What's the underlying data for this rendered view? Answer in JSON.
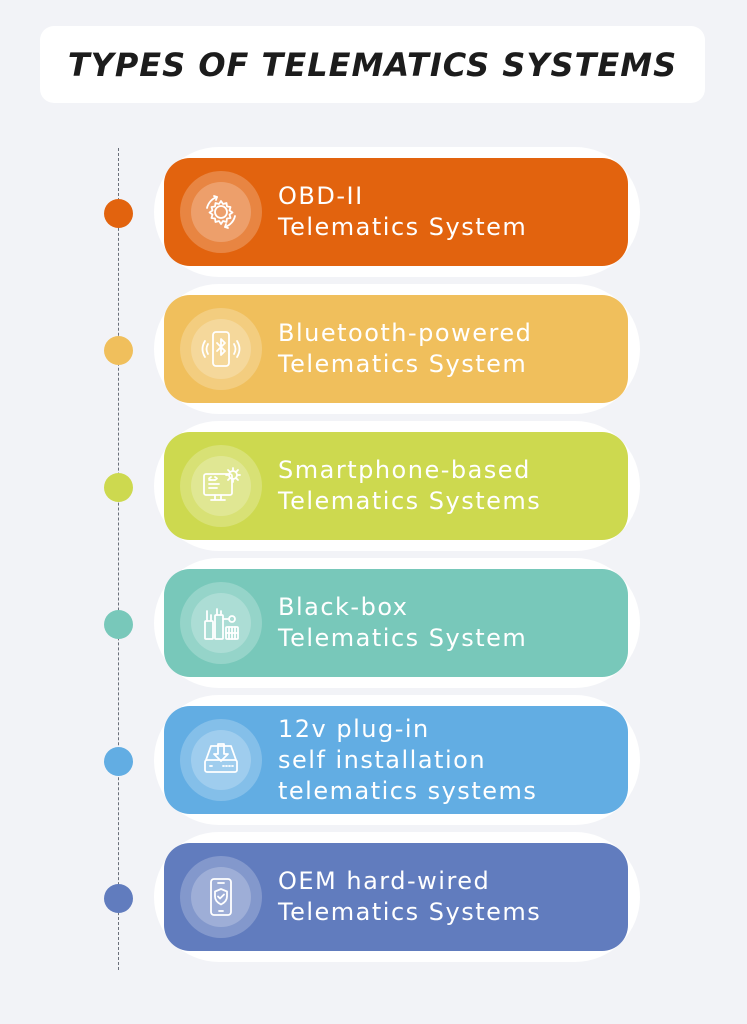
{
  "title": "TYPES OF TELEMATICS SYSTEMS",
  "colors": {
    "background": "#f2f3f7",
    "obd": "#e2630e",
    "bluetooth": "#f0bf5c",
    "smartphone": "#cdd94f",
    "blackbox": "#78c8ba",
    "plugin": "#62ade3",
    "oem": "#617cbe",
    "timeline": "#6a6f7a"
  },
  "items": [
    {
      "icon": "gear-cycle-icon",
      "lines": [
        "OBD-II",
        "Telematics System"
      ]
    },
    {
      "icon": "bluetooth-phone-icon",
      "lines": [
        "Bluetooth-powered",
        "Telematics System"
      ]
    },
    {
      "icon": "monitor-gear-icon",
      "lines": [
        "Smartphone-based",
        "Telematics Systems"
      ]
    },
    {
      "icon": "black-box-device-icon",
      "lines": [
        "Black-box",
        "Telematics System"
      ]
    },
    {
      "icon": "plug-in-device-icon",
      "lines": [
        "12v plug-in",
        "self installation",
        "telematics systems"
      ]
    },
    {
      "icon": "phone-shield-icon",
      "lines": [
        "OEM hard-wired",
        "Telematics Systems"
      ]
    }
  ]
}
